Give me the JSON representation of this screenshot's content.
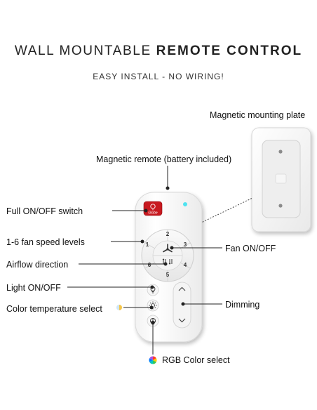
{
  "header": {
    "title_light": "WALL MOUNTABLE",
    "title_bold": "REMOTE CONTROL",
    "subtitle": "EASY INSTALL - NO WIRING!"
  },
  "labels": {
    "plate": "Magnetic mounting plate",
    "remote": "Magnetic remote (battery included)",
    "power": "Full ON/OFF switch",
    "speed": "1-6 fan speed levels",
    "airflow": "Airflow direction",
    "light": "Light ON/OFF",
    "color_temp": "Color temperature select",
    "fan": "Fan ON/OFF",
    "dimming": "Dimming",
    "rgb": "RGB Color select"
  },
  "remote": {
    "speed_numbers": [
      "1",
      "2",
      "3",
      "4",
      "5",
      "6"
    ],
    "logo_text": "Globe"
  },
  "colors": {
    "power_button": "#c8191f",
    "led": "#4fe3f0",
    "callout_line": "#222222"
  },
  "icons": [
    "power-button-icon",
    "fan-icon",
    "airflow-icon",
    "light-bulb-icon",
    "sun-icon",
    "rgb-wheel-icon",
    "chevron-up-icon",
    "chevron-down-icon"
  ]
}
